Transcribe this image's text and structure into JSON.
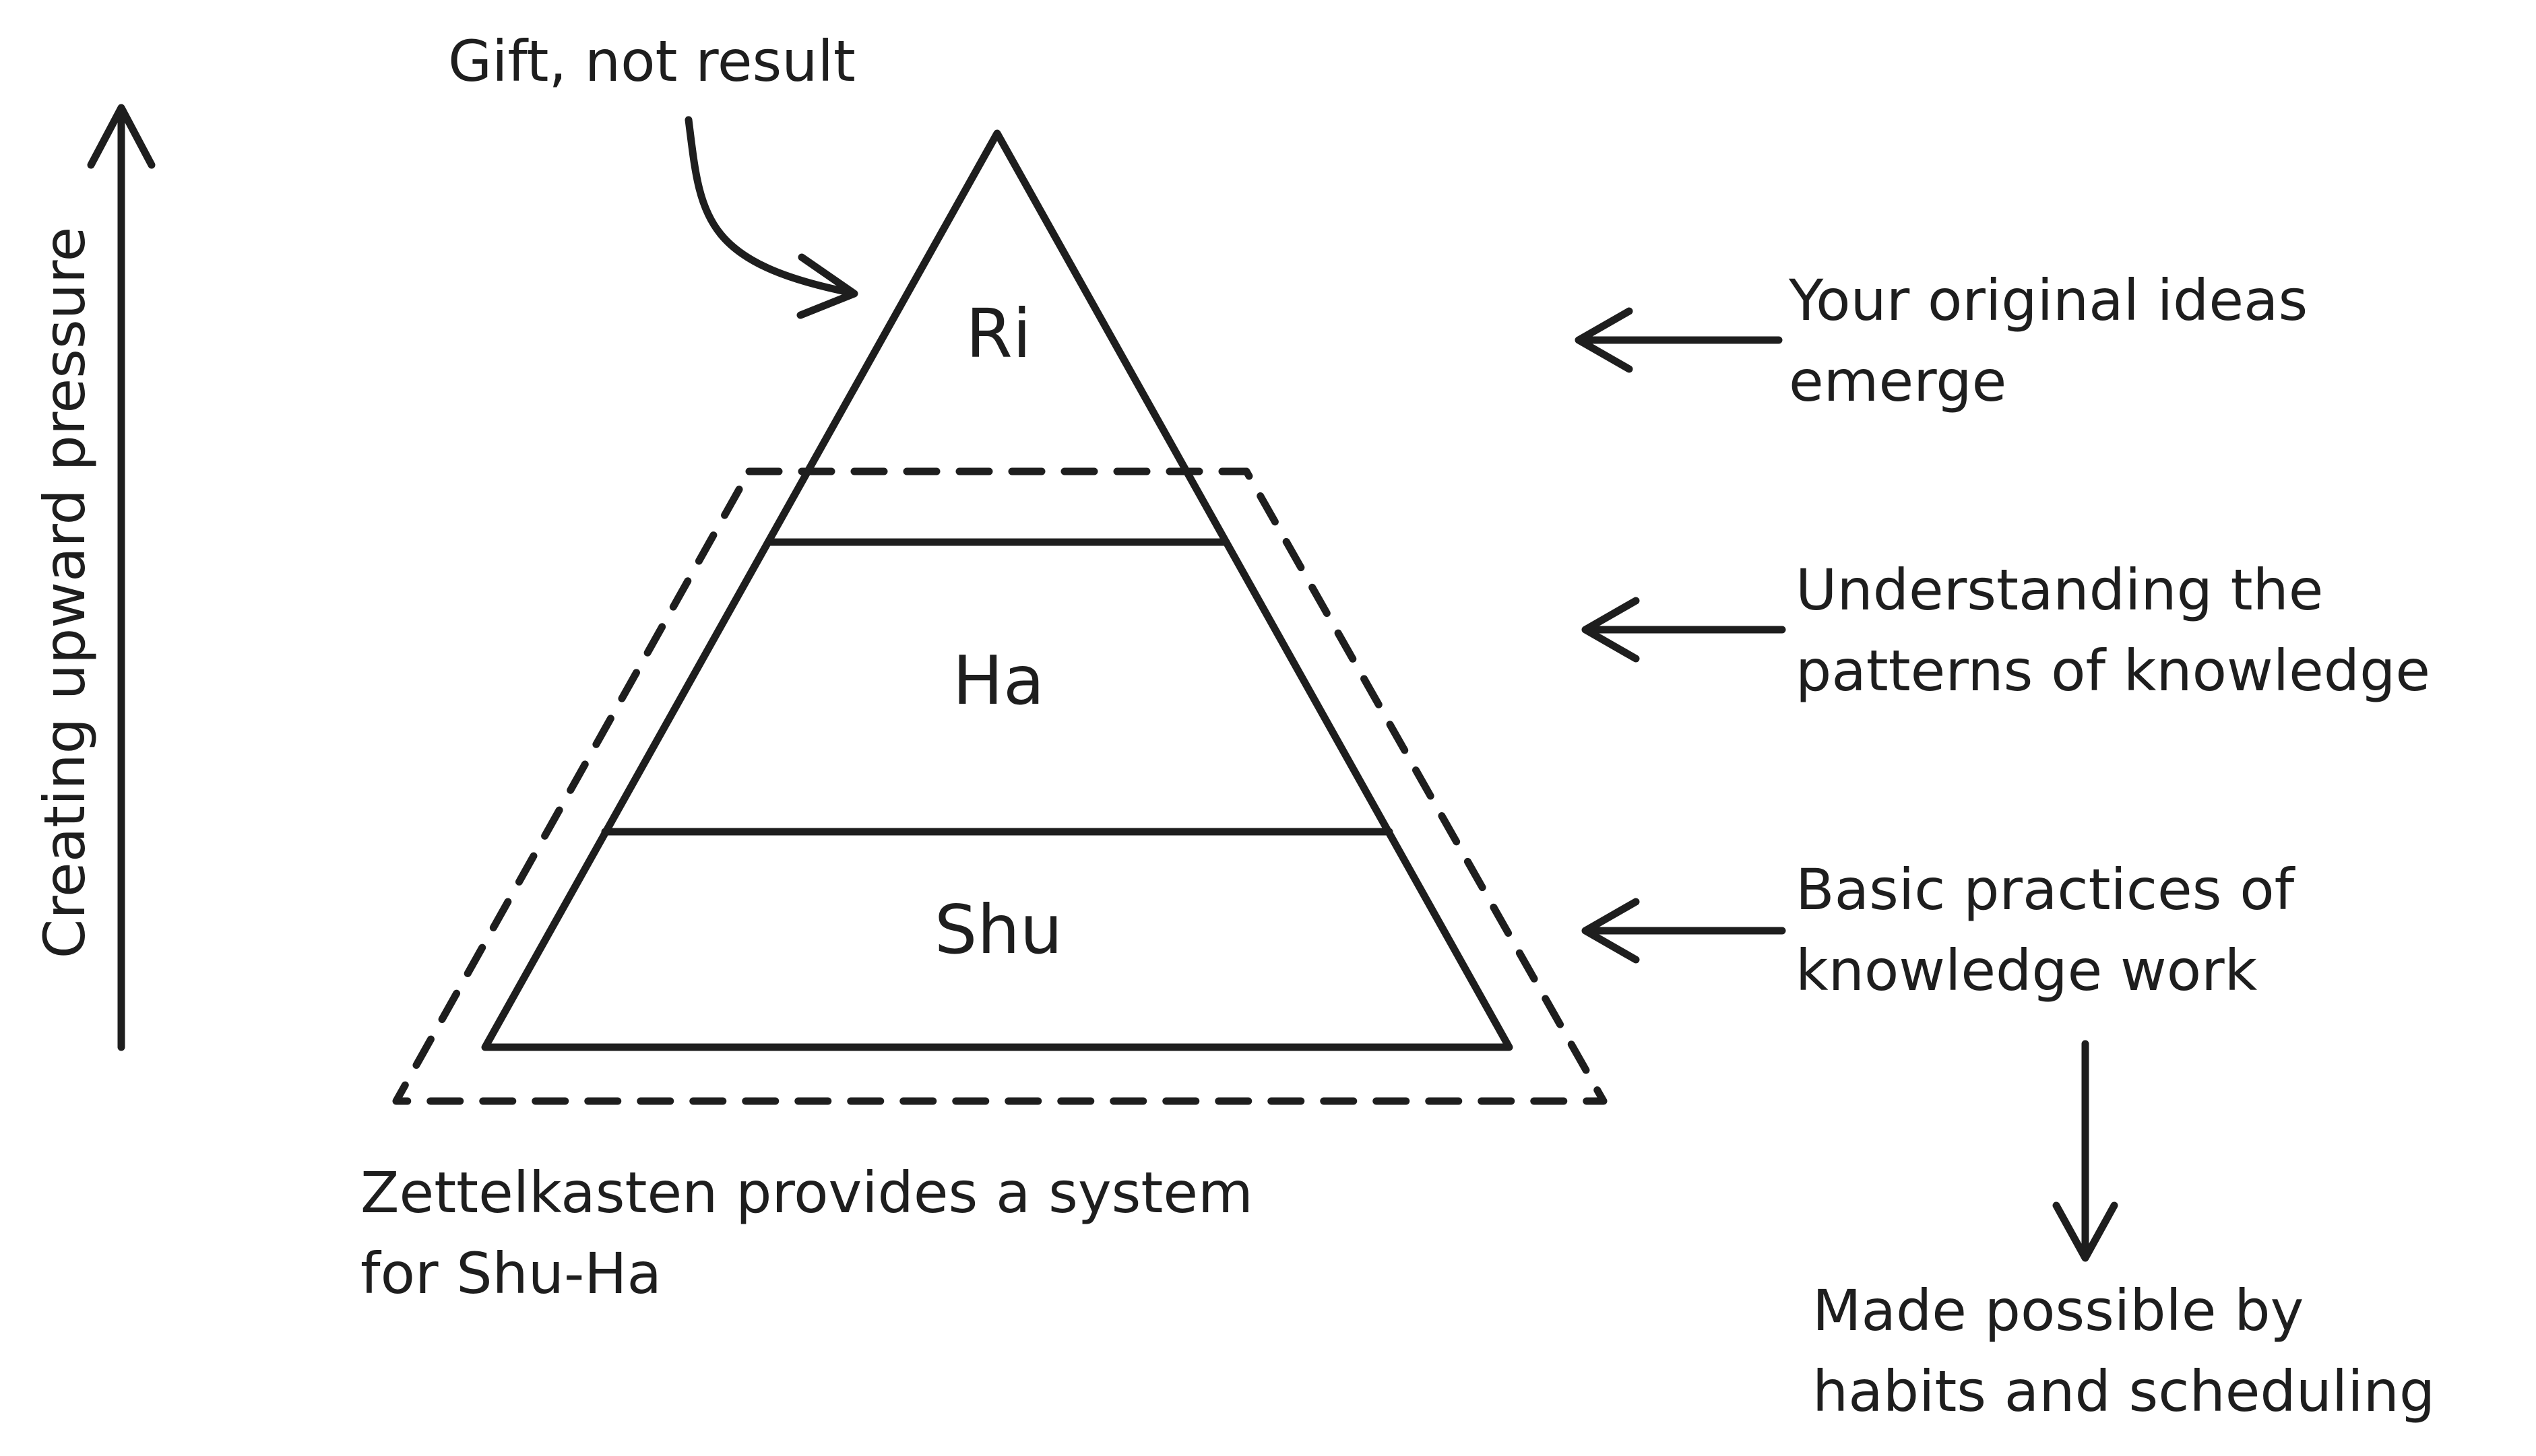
{
  "axis": {
    "label": "Creating upward pressure"
  },
  "pyramid": {
    "tiers": [
      {
        "id": "ri",
        "label": "Ri"
      },
      {
        "id": "ha",
        "label": "Ha"
      },
      {
        "id": "shu",
        "label": "Shu"
      }
    ]
  },
  "annotations": {
    "peak": "Gift, not result",
    "ri": [
      "Your original ideas",
      "emerge"
    ],
    "ha": [
      "Understanding the",
      "patterns of knowledge"
    ],
    "shu": [
      "Basic practices of",
      "knowledge work"
    ],
    "foundation": [
      "Made possible by",
      "habits and scheduling"
    ],
    "system": [
      "Zettelkasten provides a system",
      "for Shu-Ha"
    ]
  },
  "colors": {
    "ink": "#1e1e1e",
    "background": "#ffffff"
  }
}
